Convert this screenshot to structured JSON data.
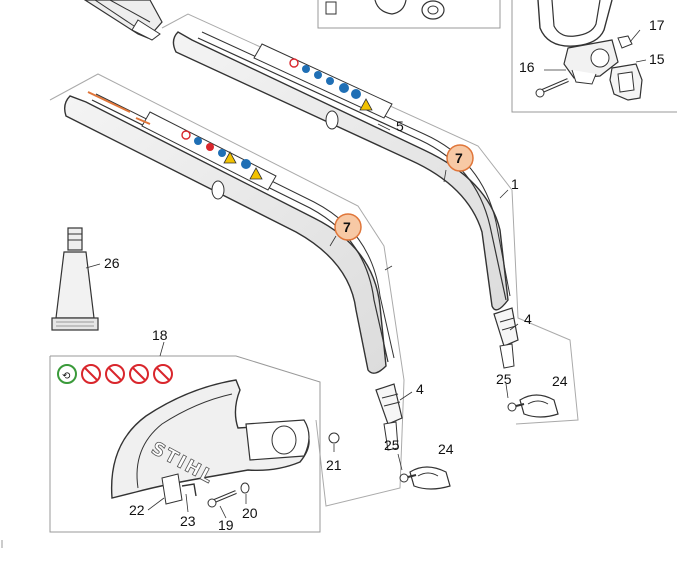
{
  "diagram": {
    "part_labels": {
      "p1": "1",
      "p4a": "4",
      "p4b": "4",
      "p5": "5",
      "p7a": "7",
      "p7b": "7",
      "p15": "15",
      "p16": "16",
      "p17": "17",
      "p18": "18",
      "p19": "19",
      "p20": "20",
      "p21": "21",
      "p22": "22",
      "p23": "23",
      "p24a": "24",
      "p24b": "24",
      "p25a": "25",
      "p25b": "25",
      "p26": "26"
    },
    "deflector_logo": "STIHL",
    "colors": {
      "callout_fill": "#f7c9a5",
      "callout_stroke": "#e0763a",
      "line": "#333333",
      "prohibit_red": "#d9262c",
      "ok_green": "#3a9a3a",
      "info_blue": "#1f6fb5",
      "warn_yellow": "#f2c200"
    }
  }
}
